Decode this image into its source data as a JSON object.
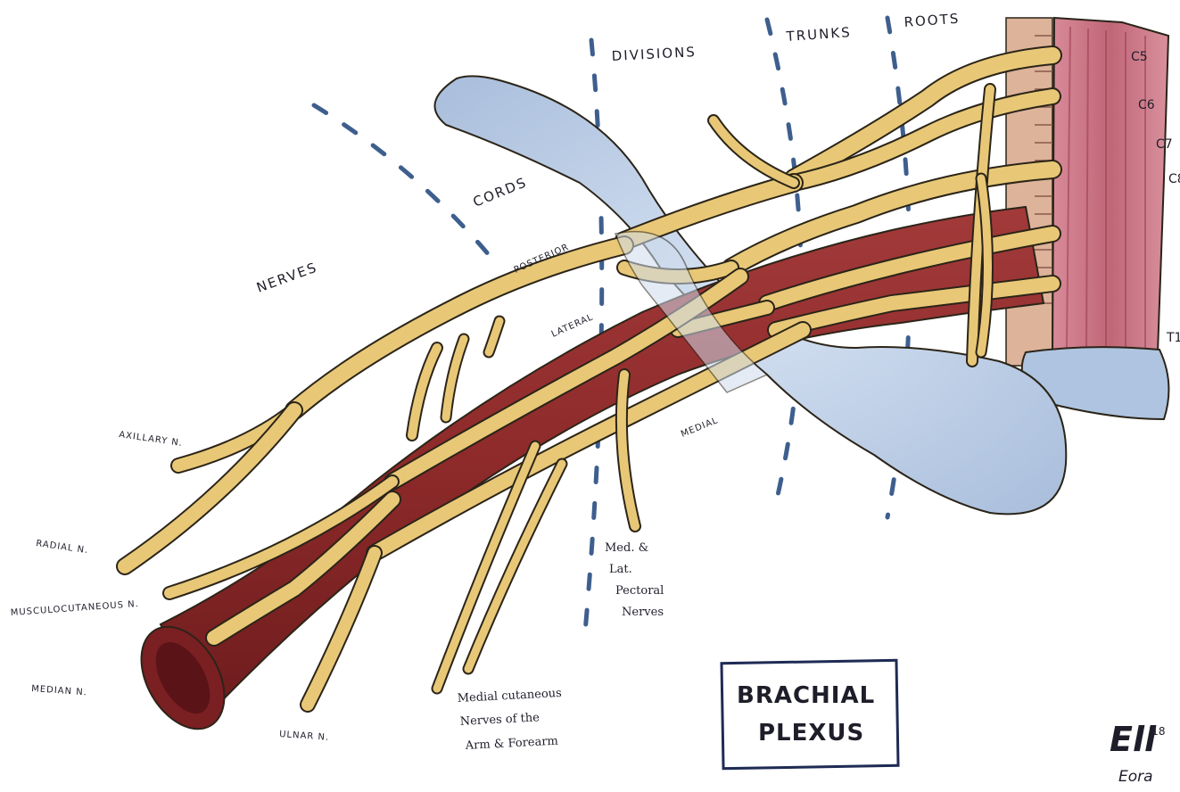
{
  "title": {
    "line1": "BRACHIAL",
    "line2": "PLEXUS"
  },
  "sections": {
    "nerves": "NERVES",
    "cords": "CORDS",
    "divisions": "DIVISIONS",
    "trunks": "TRUNKS",
    "roots": "ROOTS"
  },
  "roots": [
    "C5",
    "C6",
    "C7",
    "C8",
    "T1"
  ],
  "cords": {
    "posterior": "POSTERIOR",
    "lateral": "LATERAL",
    "medial": "MEDIAL"
  },
  "nerves": {
    "axillary": "AXILLARY N.",
    "radial": "RADIAL N.",
    "musculocutaneous": "MUSCULOCUTANEOUS N.",
    "median": "MEDIAN N.",
    "ulnar": "ULNAR N."
  },
  "pectoral": [
    "Med. &",
    "Lat.",
    "Pectoral",
    "Nerves"
  ],
  "cutaneous": [
    "Medial cutaneous",
    "Nerves of the",
    "Arm & Forearm"
  ],
  "signature": {
    "initials": "Ell",
    "year": "'18",
    "name": "Eora"
  },
  "colors": {
    "nerve": "#e8c877",
    "artery": "#8e2a2a",
    "clavicle": "#b9cce6",
    "muscle": "#b95b6e",
    "divider": "#3e5f8e"
  }
}
